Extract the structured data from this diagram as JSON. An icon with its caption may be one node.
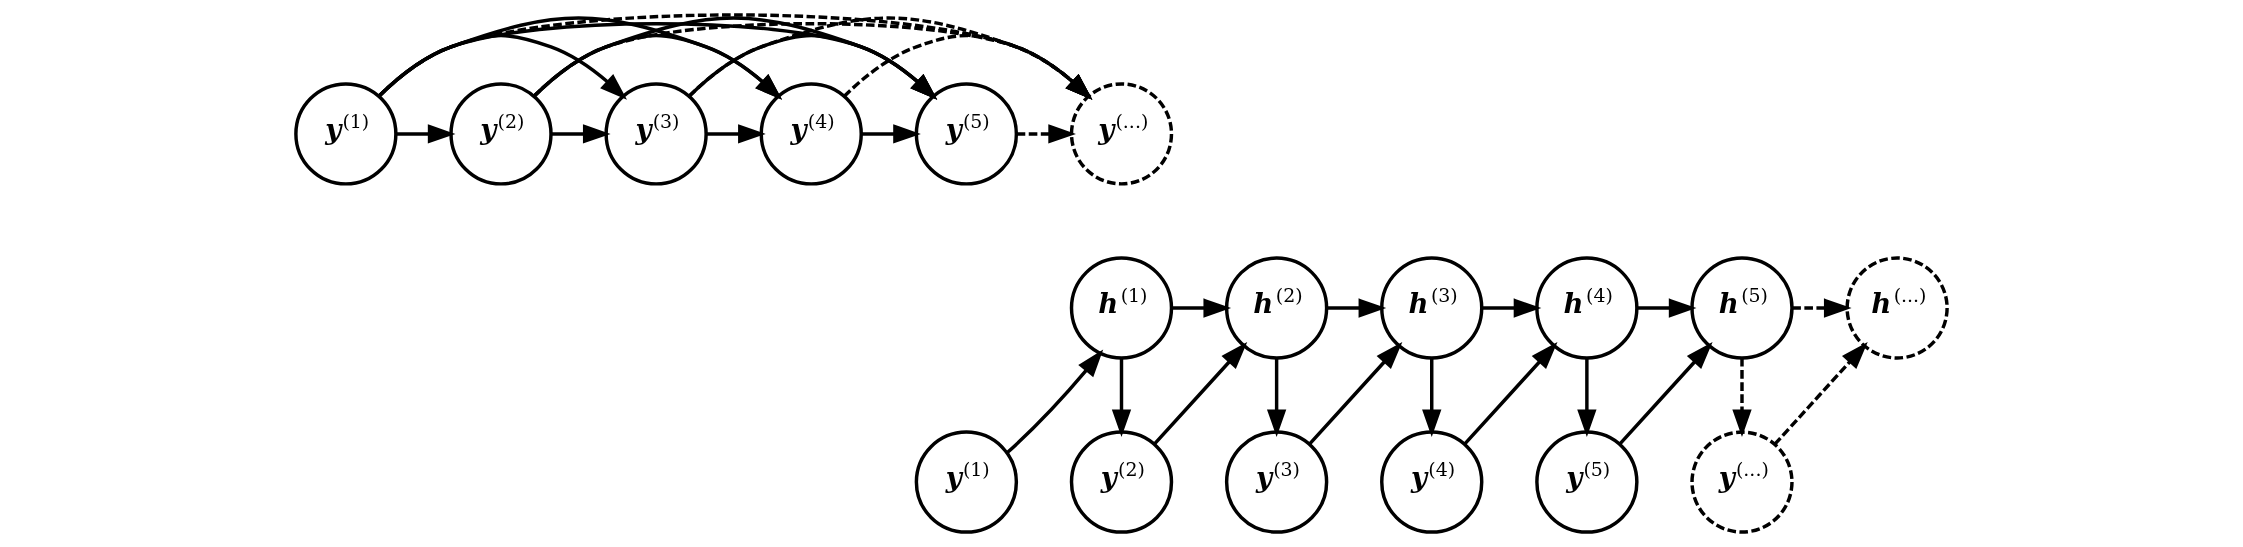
{
  "diagram": {
    "nodes": [
      {
        "text": [
          "y$^{(1)}$"
        ]
      },
      {
        "text": [
          "y$^{(2)}$"
        ]
      },
      {
        "text": [
          "y$^{(3)}$"
        ]
      },
      {
        "text": [
          "y$^{(4)}$"
        ]
      },
      {
        "text": [
          "y$^{(5)}$"
        ]
      },
      {
        "text": [
          "y$^{(...)}$"
        ]
      },
      {
        "text": [
          "h$^{(1)}$"
        ]
      },
      {
        "text": [
          "h$^{(2)}$"
        ]
      },
      {
        "text": [
          "h$^{(3)}$"
        ]
      },
      {
        "text": [
          "h$^{(4)}$"
        ]
      },
      {
        "text": [
          "h$^{(5)}$"
        ]
      },
      {
        "text": [
          "h$^{(...)}$"
        ]
      },
      {
        "text": [
          "y$^{(1)}$"
        ]
      },
      {
        "text": [
          "y$^{(2)}$"
        ]
      },
      {
        "text": [
          "y$^{(3)}$"
        ]
      },
      {
        "text": [
          "y$^{(4)}$"
        ]
      },
      {
        "text": [
          "y$^{(5)}$"
        ]
      },
      {
        "text": [
          "y$^{(...)}$"
        ]
      }
    ],
    "edges": [
      {
        "from": 0,
        "to": 1,
        "arrow": "to"
      },
      {
        "from": 1,
        "to": 2,
        "arrow": "to"
      },
      {
        "from": 2,
        "to": 3,
        "arrow": "to"
      },
      {
        "from": 3,
        "to": 4,
        "arrow": "to"
      },
      {
        "from": 4,
        "to": 5,
        "arrow": "to",
        "style": "dashed"
      },
      {
        "from": 0,
        "to": 2,
        "arrow": "to"
      },
      {
        "from": 0,
        "to": 3,
        "arrow": "to"
      },
      {
        "from": 0,
        "to": 4,
        "arrow": "to"
      },
      {
        "from": 1,
        "to": 3,
        "arrow": "to"
      },
      {
        "from": 1,
        "to": 4,
        "arrow": "to"
      },
      {
        "from": 2,
        "to": 4,
        "arrow": "to"
      },
      {
        "from": 0,
        "to": 5,
        "arrow": "to",
        "style": "dashed"
      },
      {
        "from": 1,
        "to": 5,
        "arrow": "to",
        "style": "dashed"
      },
      {
        "from": 2,
        "to": 5,
        "arrow": "to",
        "style": "dashed"
      },
      {
        "from": 3,
        "to": 5,
        "arrow": "to",
        "style": "dashed"
      },
      {
        "from": 6,
        "to": 7,
        "arrow": "to"
      },
      {
        "from": 7,
        "to": 8,
        "arrow": "to"
      },
      {
        "from": 8,
        "to": 9,
        "arrow": "to"
      },
      {
        "from": 9,
        "to": 10,
        "arrow": "to"
      },
      {
        "from": 10,
        "to": 11,
        "arrow": "to",
        "style": "dashed"
      },
      {
        "from": 12,
        "to": 6,
        "arrow": "to"
      },
      {
        "from": 13,
        "to": 7,
        "arrow": "to"
      },
      {
        "from": 14,
        "to": 8,
        "arrow": "to"
      },
      {
        "from": 15,
        "to": 9,
        "arrow": "to"
      },
      {
        "from": 16,
        "to": 10,
        "arrow": "to"
      },
      {
        "from": 17,
        "to": 11,
        "arrow": "to",
        "style": "dashed"
      },
      {
        "from": 6,
        "to": 13,
        "arrow": "to"
      },
      {
        "from": 7,
        "to": 14,
        "arrow": "to"
      },
      {
        "from": 8,
        "to": 15,
        "arrow": "to"
      },
      {
        "from": 9,
        "to": 16,
        "arrow": "to"
      },
      {
        "from": 10,
        "to": 17,
        "arrow": "to",
        "style": "dashed"
      }
    ]
  }
}
